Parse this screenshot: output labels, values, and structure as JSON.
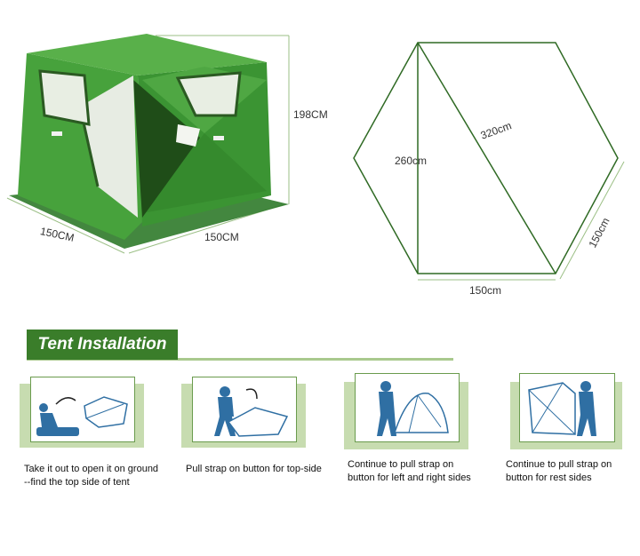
{
  "product_dims": {
    "height": "198CM",
    "left_width": "150CM",
    "right_width": "150CM"
  },
  "floor_plan": {
    "height_label": "260cm",
    "diagonal_label": "320cm",
    "bottom_side_label": "150cm",
    "right_side_label": "150cm"
  },
  "section": {
    "title": "Tent Installation"
  },
  "steps": [
    {
      "caption_line1": "Take it out to open it on ground",
      "caption_line2": "--find the top side of tent"
    },
    {
      "caption_line1": "Pull strap on button for top-side",
      "caption_line2": ""
    },
    {
      "caption_line1": "Continue to pull strap on",
      "caption_line2": "button for left and right sides"
    },
    {
      "caption_line1": "Continue to pull strap on",
      "caption_line2": "button for rest sides"
    }
  ],
  "colors": {
    "tent_green": "#3f9a37",
    "accent_dark": "#2f6a24",
    "light_green": "#c7dcb0"
  }
}
